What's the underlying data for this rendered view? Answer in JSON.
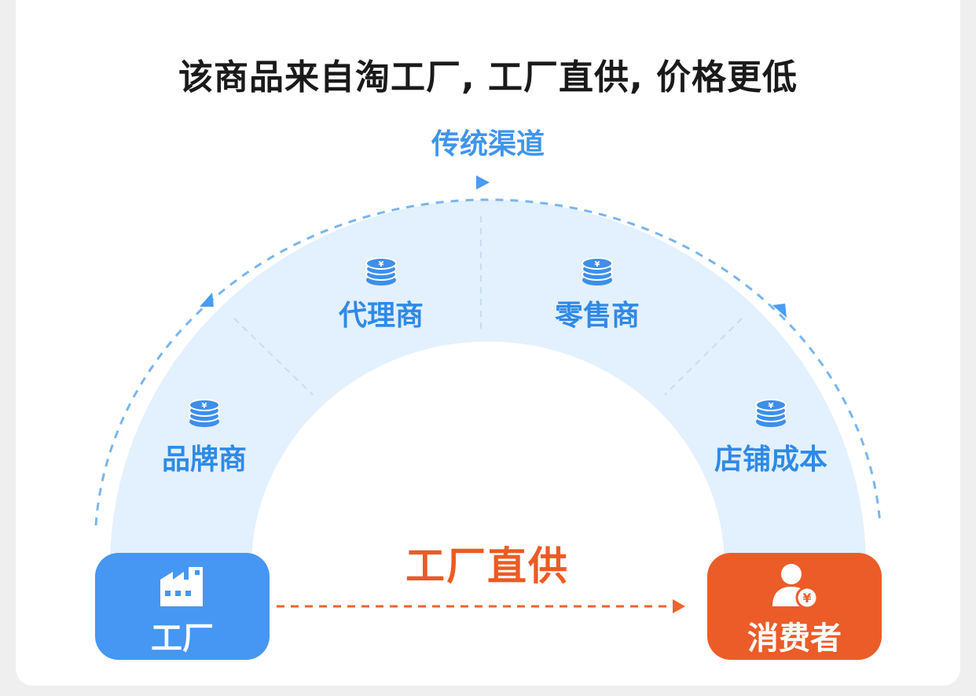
{
  "title": "该商品来自淘工厂, 工厂直供, 价格更低",
  "traditional_channel": {
    "label": "传统渠道",
    "steps": [
      "品牌商",
      "代理商",
      "零售商",
      "店铺成本"
    ]
  },
  "direct": {
    "label": "工厂直供"
  },
  "nodes": {
    "factory": {
      "label": "工厂",
      "icon": "factory-icon"
    },
    "consumer": {
      "label": "消费者",
      "icon": "user-yuan-icon"
    }
  },
  "colors": {
    "blue": "#4696f4",
    "blue_text": "#2f8ae6",
    "arc_fill": "#e3f0fd",
    "orange": "#ec5c28"
  }
}
